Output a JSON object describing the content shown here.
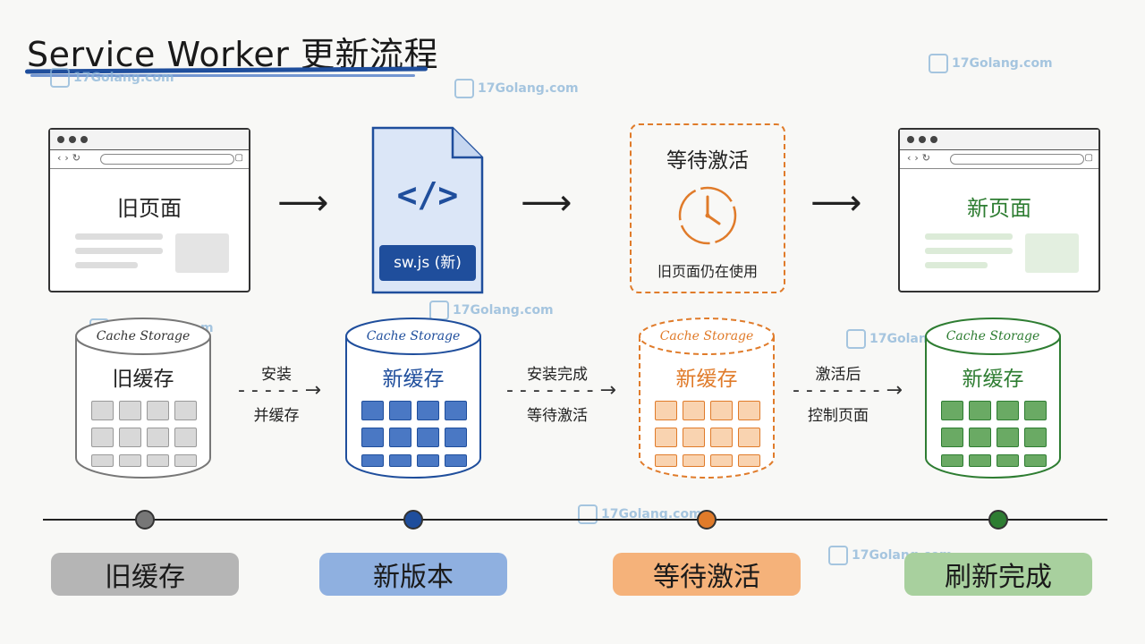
{
  "title": "Service Worker 更新流程",
  "top_row": {
    "old_page": "旧页面",
    "file_badge": "sw.js (新)",
    "file_code": "</>",
    "waiting_title": "等待激活",
    "waiting_sub": "旧页面仍在使用",
    "new_page": "新页面"
  },
  "cylinders": [
    {
      "top": "Cache Storage",
      "title": "旧缓存",
      "color": "#777777"
    },
    {
      "top": "Cache Storage",
      "title": "新缓存",
      "color": "#1f4e9c"
    },
    {
      "top": "Cache Storage",
      "title": "新缓存",
      "color": "#e07b2a"
    },
    {
      "top": "Cache Storage",
      "title": "新缓存",
      "color": "#2e7d32"
    }
  ],
  "flow_labels": [
    {
      "line1": "安装",
      "line2": "并缓存"
    },
    {
      "line1": "安装完成",
      "line2": "等待激活"
    },
    {
      "line1": "激活后",
      "line2": "控制页面"
    }
  ],
  "timeline": [
    {
      "label": "旧缓存",
      "color": "#777777",
      "brush": "#b5b5b5"
    },
    {
      "label": "新版本",
      "color": "#1f4e9c",
      "brush": "#8fb0e0"
    },
    {
      "label": "等待激活",
      "color": "#e07b2a",
      "brush": "#f5b27a"
    },
    {
      "label": "刷新完成",
      "color": "#2e7d32",
      "brush": "#a8d09e"
    }
  ],
  "watermark": "17Golang.com"
}
